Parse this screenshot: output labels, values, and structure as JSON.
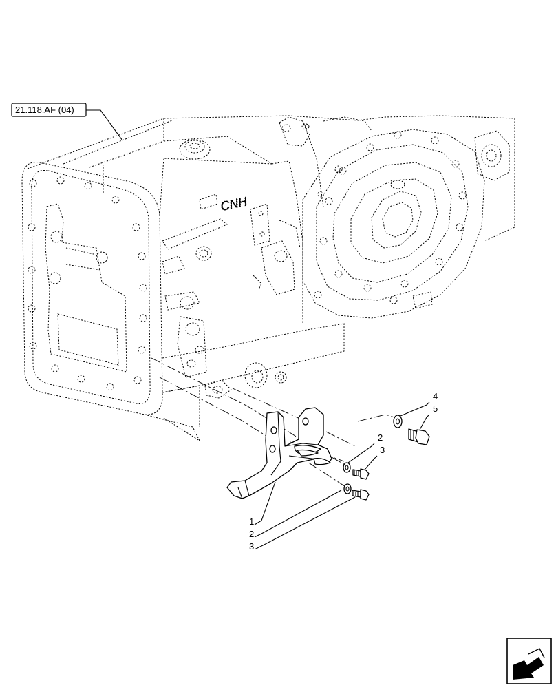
{
  "reference_label": "21.118.AF (04)",
  "callouts": {
    "c1": "1",
    "c2a": "2",
    "c2b": "2",
    "c3a": "3",
    "c3b": "3",
    "c4": "4",
    "c5": "5"
  },
  "housing_cast_text": "CNH",
  "nav_icon": "next-page-arrow-icon"
}
